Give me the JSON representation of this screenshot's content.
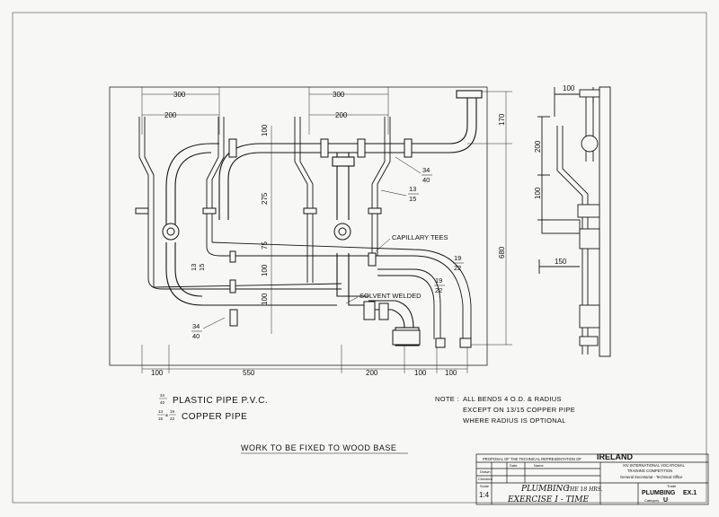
{
  "front_view": {
    "dims_top": [
      "300",
      "200",
      "300",
      "200"
    ],
    "dims_bottom": [
      "100",
      "550",
      "200",
      "100",
      "100"
    ],
    "dims_vertical": [
      "100",
      "275",
      "75",
      "100",
      "100"
    ],
    "dim_right_170": "170",
    "dim_right_680": "680",
    "pipe_labels": {
      "upper_right_num": "34",
      "upper_right_den": "40",
      "mid_right_num": "13",
      "mid_right_den": "15",
      "left_num": "13",
      "left_den": "15",
      "right_cap_num": "19",
      "right_cap_den": "22",
      "right_low_num": "19",
      "right_low_den": "22",
      "bottom_left_num": "34",
      "bottom_left_den": "40"
    },
    "callouts": {
      "capillary_tees": "CAPILLARY TEES",
      "solvent_welded": "SOLVENT WELDED"
    }
  },
  "side_view": {
    "dims": [
      "100",
      "200",
      "100",
      "150"
    ]
  },
  "legend": {
    "plastic_num": "34",
    "plastic_den": "40",
    "plastic_text": "PLASTIC PIPE P.V.C.",
    "copper_num": "13",
    "copper_den": "15",
    "copper_amp": "&",
    "copper_num2": "19",
    "copper_den2": "22",
    "copper_text": "COPPER PIPE"
  },
  "notes": {
    "label": "NOTE :",
    "line1": "ALL BENDS 4 O.D. & RADIUS",
    "line2": "EXCEPT ON 13/15 COPPER PIPE",
    "line3": "WHERE RADIUS IS OPTIONAL"
  },
  "footer_note": "WORK TO BE FIXED TO WOOD BASE",
  "title_block": {
    "proposal": "PROPOSAL OF THE TECHNICAL REPRESENTATION OF",
    "country": "IRELAND",
    "competition_line1": "XIV INTERNATIONAL VOCATIONAL",
    "competition_line2": "TRAINING COMPETITION",
    "secretariat": "General Secretariat - Technical Office",
    "col_date": "Date",
    "col_name": "Name",
    "row_drawn": "Drawn",
    "row_checked": "Checked",
    "scale_label": "Scale",
    "scale_value": "1:4",
    "subject_line1": "PLUMBING",
    "subject_line2": "EXERCISE I - TIME",
    "time_text": "THE 18 HRS.",
    "trade_label": "Trade",
    "trade_value": "PLUMBING",
    "exercise_value": "EX.1",
    "category_label": "Category",
    "category_value": "U"
  },
  "colors": {
    "line": "#141414",
    "paper": "#f7f7f5"
  }
}
